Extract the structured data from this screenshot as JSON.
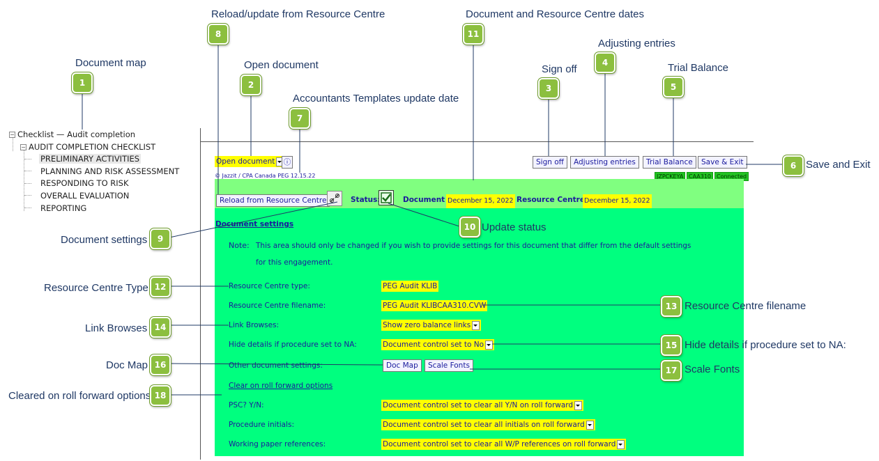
{
  "callouts": {
    "c1": {
      "num": "1",
      "label": "Document map"
    },
    "c2": {
      "num": "2",
      "label": "Open document"
    },
    "c3": {
      "num": "3",
      "label": "Sign off"
    },
    "c4": {
      "num": "4",
      "label": "Adjusting entries"
    },
    "c5": {
      "num": "5",
      "label": "Trial Balance"
    },
    "c6": {
      "num": "6",
      "label": "Save and Exit"
    },
    "c7": {
      "num": "7",
      "label": "Accountants Templates update date"
    },
    "c8": {
      "num": "8",
      "label": "Reload/update from Resource Centre"
    },
    "c9": {
      "num": "9",
      "label": "Document settings"
    },
    "c10": {
      "num": "10",
      "label": "Update status"
    },
    "c11": {
      "num": "11",
      "label": "Document and Resource Centre dates"
    },
    "c12": {
      "num": "12",
      "label": "Resource Centre Type"
    },
    "c13": {
      "num": "13",
      "label": "Resource Centre filename"
    },
    "c14": {
      "num": "14",
      "label": "Link Browses"
    },
    "c15": {
      "num": "15",
      "label": "Hide details if procedure set to NA:"
    },
    "c16": {
      "num": "16",
      "label": "Doc Map"
    },
    "c17": {
      "num": "17",
      "label": "Scale Fonts"
    },
    "c18": {
      "num": "18",
      "label": "Cleared on roll forward options"
    }
  },
  "tree": {
    "root": "Checklist — Audit completion",
    "section": "AUDIT COMPLETION CHECKLIST",
    "items": [
      "PRELIMINARY ACTIVITIES",
      "PLANNING AND RISK ASSESSMENT",
      "RESPONDING TO RISK",
      "OVERALL EVALUATION",
      "REPORTING"
    ]
  },
  "toolbar": {
    "open_document": "Open document",
    "info_icon": "ⓘ",
    "sign_off": "Sign off",
    "adjusting_entries": "Adjusting entries",
    "trial_balance": "Trial Balance",
    "save_exit": "Save & Exit",
    "version": "© Jazzit / CPA Canada PEG 12.15.22",
    "status_codes": [
      "JZPCKEYA",
      "CAA310",
      "Connected"
    ]
  },
  "band": {
    "reload": "Reload from Resource Centre",
    "status_label": "Status:",
    "document_label": "Document :",
    "document_date": "December 15, 2022",
    "rc_label": "Resource Centre :",
    "rc_date": "December 15, 2022"
  },
  "settings": {
    "title": "Document settings",
    "note_label": "Note:",
    "note_line1": "This area should only be changed if you wish to provide settings for this document that differ from the default settings",
    "note_line2": "for this engagement.",
    "rc_type_label": "Resource Centre type:",
    "rc_type_value": "PEG Audit KLIB",
    "rc_filename_label": "Resource Centre filename:",
    "rc_filename_value": "PEG Audit KLIBCAA310.CVW",
    "link_browses_label": "Link Browses:",
    "link_browses_value": "Show zero balance links",
    "hide_details_label": "Hide details if procedure set to NA:",
    "hide_details_value": "Document control set to No",
    "other_label": "Other document settings:",
    "doc_map_btn": "Doc Map",
    "scale_fonts_btn": "Scale Fonts",
    "clear_link": "Clear on roll forward options",
    "psc_label": "PSC? Y/N:",
    "psc_value": "Document control set to clear all Y/N on roll forward",
    "initials_label": "Procedure initials:",
    "initials_value": "Document control set to clear all initials on roll forward",
    "wp_label": "Working paper references:",
    "wp_value": "Document control set to clear all W/P references on roll forward"
  },
  "colors": {
    "accent": "#8cbf3f",
    "panel": "#00ff7f",
    "band": "#80ff80",
    "highlight": "#ffff00",
    "text": "#1a1a9c"
  }
}
